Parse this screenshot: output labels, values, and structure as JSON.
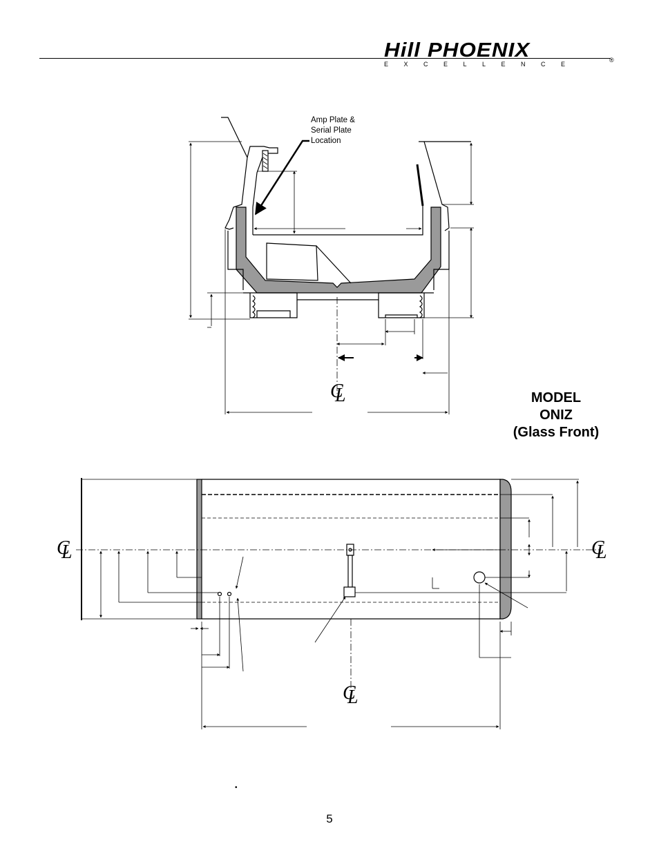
{
  "header": {
    "brand_name": "Hill PHOENIX",
    "brand_registered": "®",
    "brand_tagline": "EXCELLENCE"
  },
  "section_view": {
    "callout_label": "Amp Plate &\nSerial Plate\nLocation",
    "centerline_symbol": {
      "c": "C",
      "l": "L"
    }
  },
  "model_title": "MODEL\nONIZ\n(Glass Front)",
  "plan_view": {
    "centerline_symbol": {
      "c": "C",
      "l": "L"
    }
  },
  "footer": {
    "mark": "•",
    "page_number": "5"
  }
}
